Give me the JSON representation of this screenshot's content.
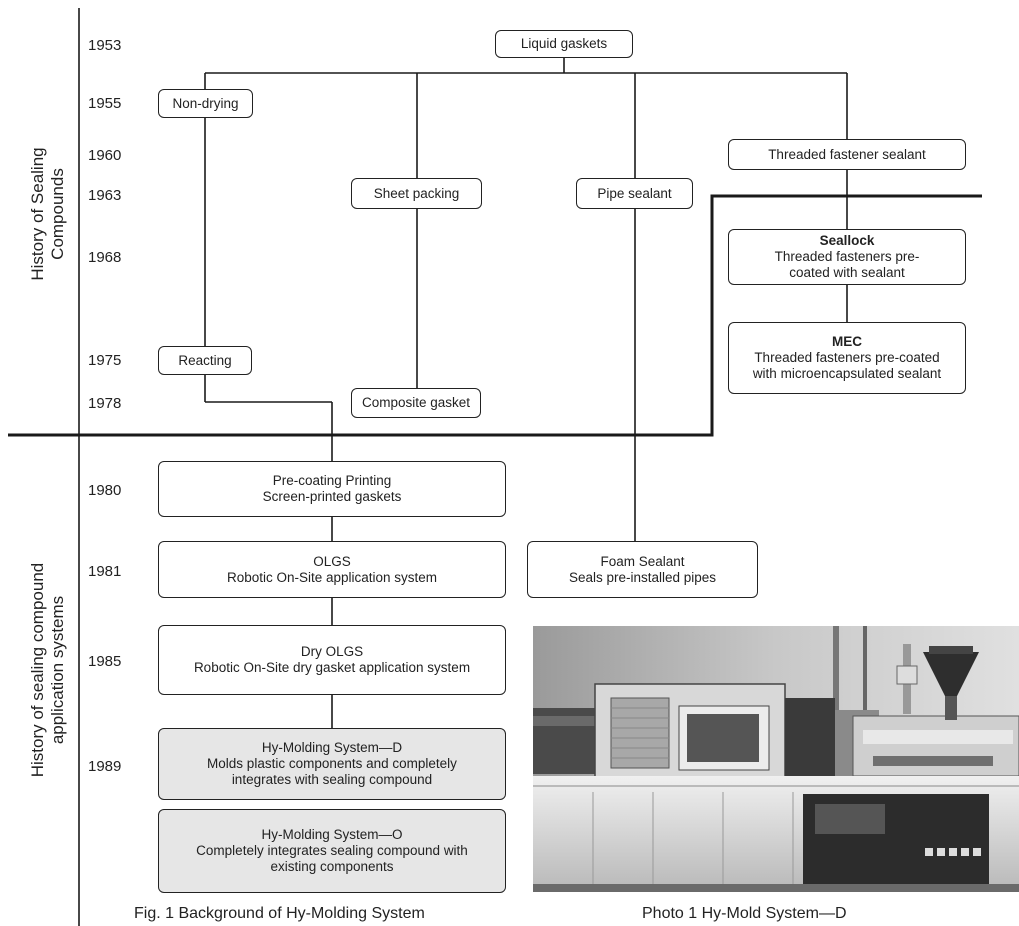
{
  "side_labels": {
    "top": [
      "History of Sealing",
      "Compounds"
    ],
    "bottom": [
      "History of sealing compound",
      "application systems"
    ]
  },
  "years": [
    "1953",
    "1955",
    "1960",
    "1963",
    "1968",
    "1975",
    "1978",
    "1980",
    "1981",
    "1985",
    "1989"
  ],
  "boxes": {
    "liquid_gaskets": "Liquid gaskets",
    "non_drying": "Non-drying",
    "threaded_fastener_sealant": "Threaded fastener sealant",
    "sheet_packing": "Sheet packing",
    "pipe_sealant": "Pipe sealant",
    "seallock": {
      "title": "Seallock",
      "lines": [
        "Threaded fasteners pre-",
        "coated with sealant"
      ]
    },
    "mec": {
      "title": "MEC",
      "lines": [
        "Threaded fasteners pre-coated",
        "with microencapsulated sealant"
      ]
    },
    "reacting": "Reacting",
    "composite_gasket": "Composite gasket",
    "precoating": [
      "Pre-coating Printing",
      "Screen-printed gaskets"
    ],
    "olgs": [
      "OLGS",
      "Robotic On-Site application system"
    ],
    "foam_sealant": [
      "Foam Sealant",
      "Seals pre-installed pipes"
    ],
    "dry_olgs": [
      "Dry OLGS",
      "Robotic On-Site dry gasket application system"
    ],
    "hy_molding_d": [
      "Hy-Molding System—D",
      "Molds plastic components and completely",
      "integrates with sealing compound"
    ],
    "hy_molding_o": [
      "Hy-Molding System—O",
      "Completely integrates sealing compound with",
      "existing components"
    ]
  },
  "captions": {
    "figure": "Fig. 1  Background of Hy-Molding System",
    "photo": "Photo 1    Hy-Mold System—D"
  },
  "colors": {
    "line": "#1a1a1a",
    "shaded_box": "#e6e6e6"
  }
}
